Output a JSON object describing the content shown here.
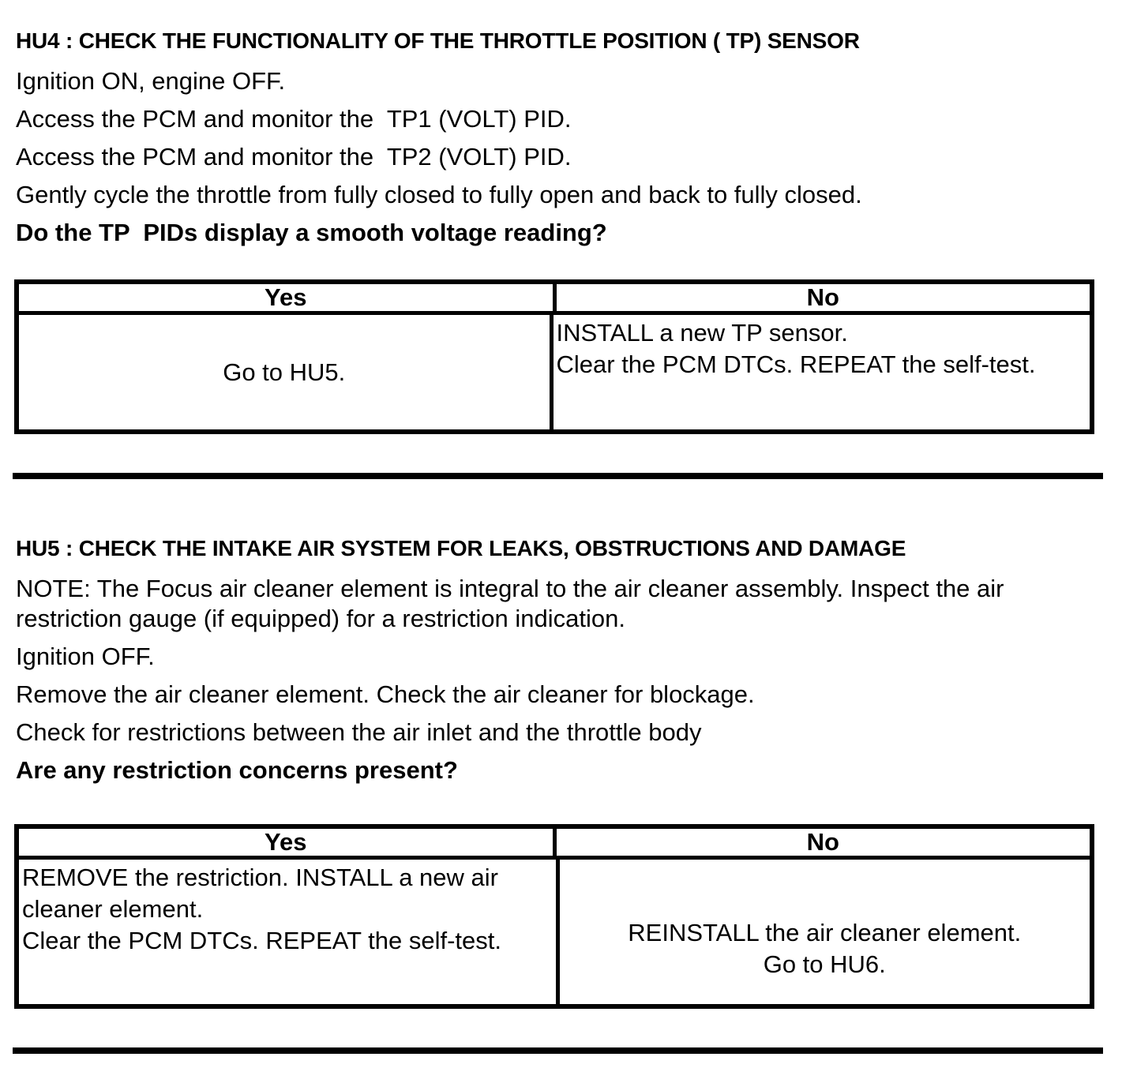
{
  "page": {
    "background": "#ffffff",
    "text_color": "#000000"
  },
  "sections": [
    {
      "id": "HU4",
      "heading": "HU4 : CHECK THE FUNCTIONALITY OF THE THROTTLE POSITION ( TP) SENSOR",
      "paragraphs": [
        "Ignition ON, engine OFF.",
        "Access the PCM and monitor the  TP1 (VOLT) PID.",
        "Access the PCM and monitor the  TP2 (VOLT) PID.",
        "Gently cycle the throttle from fully closed to fully open and back to fully closed."
      ],
      "question": "Do the TP  PIDs display a smooth voltage reading?",
      "table": {
        "yes_header": "Yes",
        "no_header": "No",
        "yes_lines": [
          "Go to HU5."
        ],
        "no_lines": [
          "INSTALL a new TP sensor.",
          "Clear the PCM DTCs. REPEAT the self-test."
        ]
      }
    },
    {
      "id": "HU5",
      "heading": "HU5 : CHECK THE INTAKE AIR SYSTEM FOR LEAKS, OBSTRUCTIONS AND DAMAGE",
      "paragraphs": [
        "NOTE: The Focus air cleaner element is integral to the air cleaner assembly. Inspect the air restriction gauge (if equipped) for a restriction indication.",
        "Ignition OFF.",
        "Remove the air cleaner element. Check the air cleaner for blockage.",
        "Check for restrictions between the air inlet and the throttle body"
      ],
      "question": "Are any restriction concerns present?",
      "table": {
        "yes_header": "Yes",
        "no_header": "No",
        "yes_lines": [
          "REMOVE the restriction. INSTALL a new air cleaner element.",
          "Clear the PCM DTCs. REPEAT the self-test."
        ],
        "no_lines": [
          "REINSTALL the air cleaner element.",
          "Go to HU6."
        ]
      }
    }
  ]
}
